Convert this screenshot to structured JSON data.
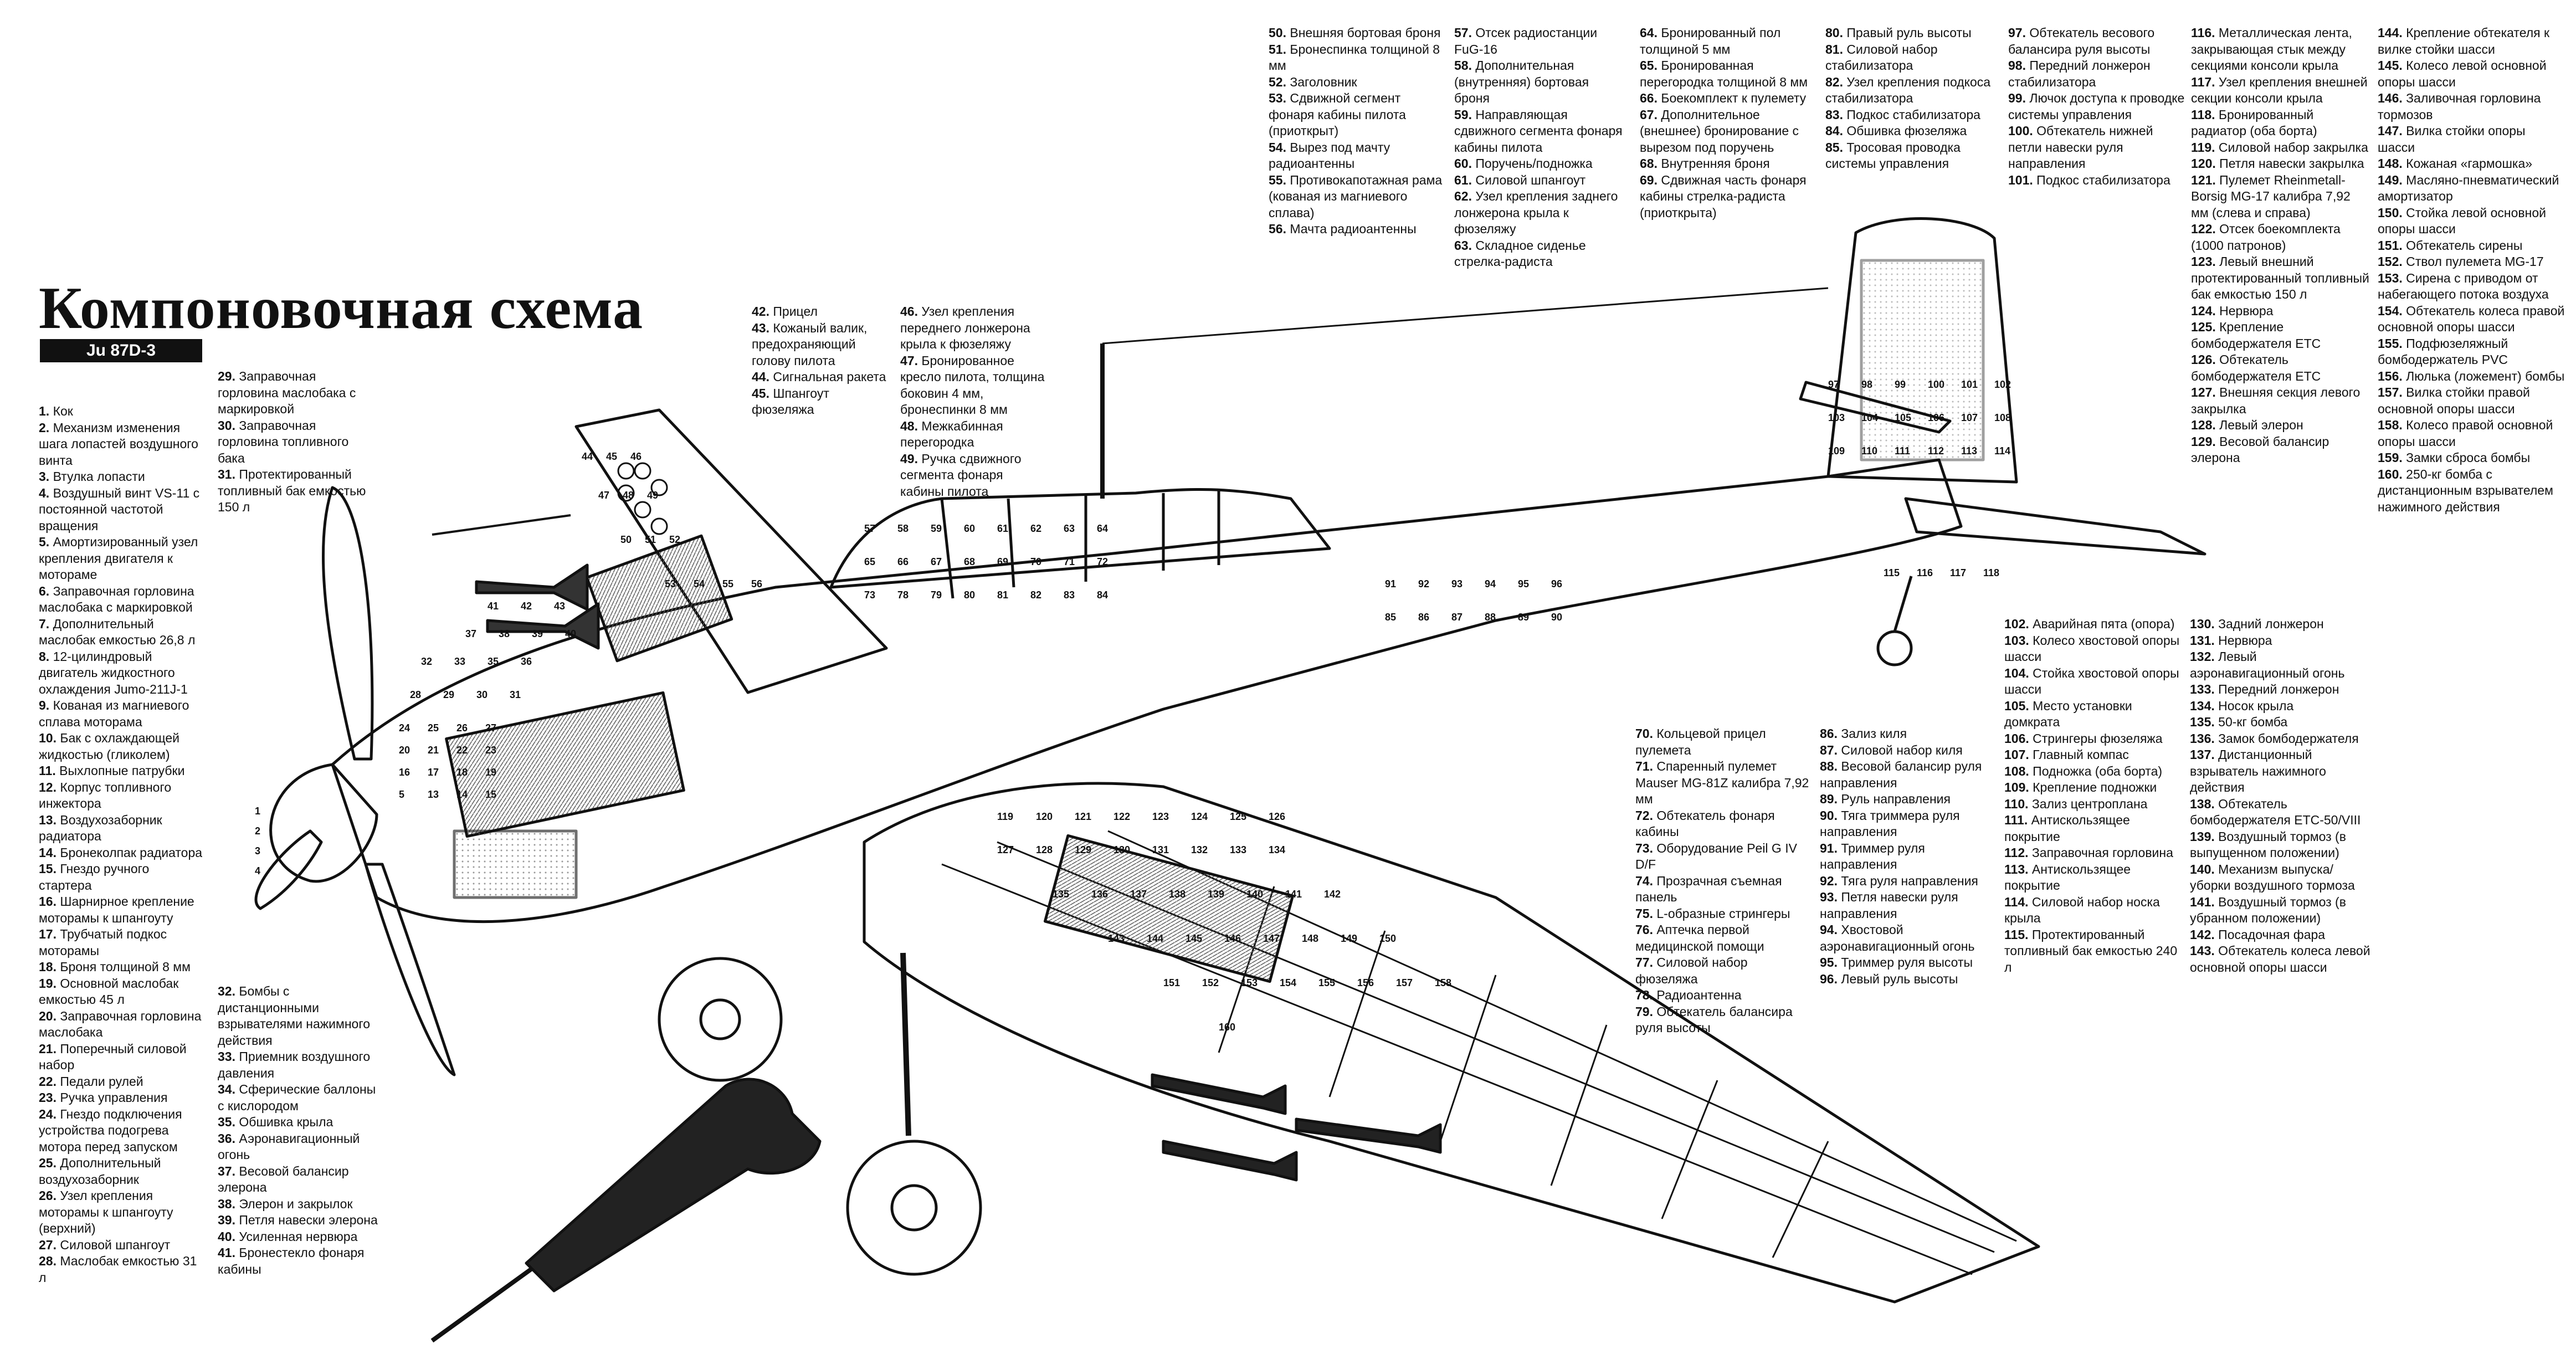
{
  "title": "Компоновочная схема",
  "model": "Ju 87D-3",
  "legend": {
    "col1": [
      {
        "n": "1.",
        "t": "Кок"
      },
      {
        "n": "2.",
        "t": "Механизм изменения шага лопастей воздушного винта"
      },
      {
        "n": "3.",
        "t": "Втулка лопасти"
      },
      {
        "n": "4.",
        "t": "Воздушный винт VS-11 с постоянной частотой вращения"
      },
      {
        "n": "5.",
        "t": "Амортизированный узел крепления двигателя к мотораме"
      },
      {
        "n": "6.",
        "t": "Заправочная горловина маслобака с маркировкой"
      },
      {
        "n": "7.",
        "t": "Дополнительный маслобак емкостью 26,8 л"
      },
      {
        "n": "8.",
        "t": "12-цилиндровый двигатель жидкостного охлаждения Jumo-211J-1"
      },
      {
        "n": "9.",
        "t": "Кованая из магниевого сплава моторама"
      },
      {
        "n": "10.",
        "t": "Бак с охлаждающей жидкостью (гликолем)"
      },
      {
        "n": "11.",
        "t": "Выхлопные патрубки"
      },
      {
        "n": "12.",
        "t": "Корпус топливного инжектора"
      },
      {
        "n": "13.",
        "t": "Воздухозаборник радиатора"
      },
      {
        "n": "14.",
        "t": "Бронеколпак радиатора"
      },
      {
        "n": "15.",
        "t": "Гнездо ручного стартера"
      },
      {
        "n": "16.",
        "t": "Шарнирное крепление моторамы к шпангоуту"
      },
      {
        "n": "17.",
        "t": "Трубчатый подкос моторамы"
      },
      {
        "n": "18.",
        "t": "Броня толщиной 8 мм"
      },
      {
        "n": "19.",
        "t": "Основной маслобак емкостью 45 л"
      },
      {
        "n": "20.",
        "t": "Заправочная горловина маслобака"
      },
      {
        "n": "21.",
        "t": "Поперечный силовой набор"
      },
      {
        "n": "22.",
        "t": "Педали рулей"
      },
      {
        "n": "23.",
        "t": "Ручка управления"
      },
      {
        "n": "24.",
        "t": "Гнездо подключения устройства подогрева мотора перед запуском"
      },
      {
        "n": "25.",
        "t": "Дополнительный воздухозаборник"
      },
      {
        "n": "26.",
        "t": "Узел крепления моторамы к шпангоуту (верхний)"
      },
      {
        "n": "27.",
        "t": "Силовой шпангоут"
      },
      {
        "n": "28.",
        "t": "Маслобак емкостью 31 л"
      }
    ],
    "col2": [
      {
        "n": "29.",
        "t": "Заправочная горловина маслобака с маркировкой"
      },
      {
        "n": "30.",
        "t": "Заправочная горловина топливного бака"
      },
      {
        "n": "31.",
        "t": "Протектированный топливный бак емкостью 150 л"
      }
    ],
    "col3": [
      {
        "n": "32.",
        "t": "Бомбы с дистанционными взрывателями нажимного действия"
      },
      {
        "n": "33.",
        "t": "Приемник воздушного давления"
      },
      {
        "n": "34.",
        "t": "Сферические баллоны с кислородом"
      },
      {
        "n": "35.",
        "t": "Обшивка крыла"
      },
      {
        "n": "36.",
        "t": "Аэронавигационный огонь"
      },
      {
        "n": "37.",
        "t": "Весовой балансир элерона"
      },
      {
        "n": "38.",
        "t": "Элерон и закрылок"
      },
      {
        "n": "39.",
        "t": "Петля навески элерона"
      },
      {
        "n": "40.",
        "t": "Усиленная нервюра"
      },
      {
        "n": "41.",
        "t": "Бронестекло фонаря кабины"
      }
    ],
    "col4": [
      {
        "n": "42.",
        "t": "Прицел"
      },
      {
        "n": "43.",
        "t": "Кожаный валик, предохраняющий голову пилота"
      },
      {
        "n": "44.",
        "t": "Сигнальная ракета"
      },
      {
        "n": "45.",
        "t": "Шпангоут фюзеляжа"
      }
    ],
    "col5": [
      {
        "n": "46.",
        "t": "Узел крепления переднего лонжерона крыла к фюзеляжу"
      },
      {
        "n": "47.",
        "t": "Бронированное кресло пилота, толщина боковин 4 мм, бронеспинки 8 мм"
      },
      {
        "n": "48.",
        "t": "Межкабинная перегородка"
      },
      {
        "n": "49.",
        "t": "Ручка сдвижного сегмента фонаря кабины пилота"
      }
    ],
    "col6": [
      {
        "n": "50.",
        "t": "Внешняя бортовая броня"
      },
      {
        "n": "51.",
        "t": "Бронеспинка толщиной 8 мм"
      },
      {
        "n": "52.",
        "t": "Заголовник"
      },
      {
        "n": "53.",
        "t": "Сдвижной сегмент фонаря кабины пилота (приоткрыт)"
      },
      {
        "n": "54.",
        "t": "Вырез под мачту радиоантенны"
      },
      {
        "n": "55.",
        "t": "Противокапотажная рама (кованая из магниевого сплава)"
      },
      {
        "n": "56.",
        "t": "Мачта радиоантенны"
      }
    ],
    "col7": [
      {
        "n": "57.",
        "t": "Отсек радиостанции FuG-16"
      },
      {
        "n": "58.",
        "t": "Дополнительная (внутренняя) бортовая броня"
      },
      {
        "n": "59.",
        "t": "Направляющая сдвижного сегмента фонаря кабины пилота"
      },
      {
        "n": "60.",
        "t": "Поручень/подножка"
      },
      {
        "n": "61.",
        "t": "Силовой шпангоут"
      },
      {
        "n": "62.",
        "t": "Узел крепления заднего лонжерона крыла к фюзеляжу"
      },
      {
        "n": "63.",
        "t": "Складное сиденье стрелка-радиста"
      }
    ],
    "col8": [
      {
        "n": "64.",
        "t": "Бронированный пол толщиной 5 мм"
      },
      {
        "n": "65.",
        "t": "Бронированная перегородка толщиной 8 мм"
      },
      {
        "n": "66.",
        "t": "Боекомплект к пулемету"
      },
      {
        "n": "67.",
        "t": "Дополнительное (внешнее) бронирование с вырезом под поручень"
      },
      {
        "n": "68.",
        "t": "Внутренняя броня"
      },
      {
        "n": "69.",
        "t": "Сдвижная часть фонаря кабины стрелка-радиста (приоткрыта)"
      }
    ],
    "col9": [
      {
        "n": "80.",
        "t": "Правый руль высоты"
      },
      {
        "n": "81.",
        "t": "Силовой набор стабилизатора"
      },
      {
        "n": "82.",
        "t": "Узел крепления подкоса стабилизатора"
      },
      {
        "n": "83.",
        "t": "Подкос стабилизатора"
      },
      {
        "n": "84.",
        "t": "Обшивка фюзеляжа"
      },
      {
        "n": "85.",
        "t": "Тросовая проводка системы управления"
      }
    ],
    "col10": [
      {
        "n": "97.",
        "t": "Обтекатель весового балансира руля высоты"
      },
      {
        "n": "98.",
        "t": "Передний лонжерон стабилизатора"
      },
      {
        "n": "99.",
        "t": "Лючок доступа к проводке системы управления"
      },
      {
        "n": "100.",
        "t": "Обтекатель нижней петли навески руля направления"
      },
      {
        "n": "101.",
        "t": "Подкос стабилизатора"
      }
    ],
    "col11": [
      {
        "n": "116.",
        "t": "Металлическая лента, закрывающая стык между секциями консоли крыла"
      },
      {
        "n": "117.",
        "t": "Узел крепления внешней секции консоли крыла"
      },
      {
        "n": "118.",
        "t": "Бронированный радиатор (оба борта)"
      },
      {
        "n": "119.",
        "t": "Силовой набор закрылка"
      },
      {
        "n": "120.",
        "t": "Петля навески закрылка"
      },
      {
        "n": "121.",
        "t": "Пулемет Rheinmetall-Borsig MG-17 калибра 7,92 мм (слева и справа)"
      },
      {
        "n": "122.",
        "t": "Отсек боекомплекта (1000 патронов)"
      },
      {
        "n": "123.",
        "t": "Левый внешний протектированный топливный бак емкостью 150 л"
      },
      {
        "n": "124.",
        "t": "Нервюра"
      },
      {
        "n": "125.",
        "t": "Крепление бомбодержателя ETC"
      },
      {
        "n": "126.",
        "t": "Обтекатель бомбодержателя ETC"
      },
      {
        "n": "127.",
        "t": "Внешняя секция левого закрылка"
      },
      {
        "n": "128.",
        "t": "Левый элерон"
      },
      {
        "n": "129.",
        "t": "Весовой балансир элерона"
      }
    ],
    "col12": [
      {
        "n": "144.",
        "t": "Крепление обтекателя к вилке стойки шасси"
      },
      {
        "n": "145.",
        "t": "Колесо левой основной опоры шасси"
      },
      {
        "n": "146.",
        "t": "Заливочная горловина тормозов"
      },
      {
        "n": "147.",
        "t": "Вилка стойки опоры шасси"
      },
      {
        "n": "148.",
        "t": "Кожаная «гармошка»"
      },
      {
        "n": "149.",
        "t": "Масляно-пневматический амортизатор"
      },
      {
        "n": "150.",
        "t": "Стойка левой основной опоры шасси"
      },
      {
        "n": "151.",
        "t": "Обтекатель сирены"
      },
      {
        "n": "152.",
        "t": "Ствол пулемета MG-17"
      },
      {
        "n": "153.",
        "t": "Сирена с приводом от набегающего потока воздуха"
      },
      {
        "n": "154.",
        "t": "Обтекатель колеса правой основной опоры шасси"
      },
      {
        "n": "155.",
        "t": "Подфюзеляжный бомбодержатель PVC"
      },
      {
        "n": "156.",
        "t": "Люлька (ложемент) бомбы"
      },
      {
        "n": "157.",
        "t": "Вилка стойки правой основной опоры шасси"
      },
      {
        "n": "158.",
        "t": "Колесо правой основной опоры шасси"
      },
      {
        "n": "159.",
        "t": "Замки сброса бомбы"
      },
      {
        "n": "160.",
        "t": "250-кг бомба с дистанционным взрывателем нажимного действия"
      }
    ],
    "col13": [
      {
        "n": "70.",
        "t": "Кольцевой прицел пулемета"
      },
      {
        "n": "71.",
        "t": "Спаренный пулемет Mauser MG-81Z калибра 7,92 мм"
      },
      {
        "n": "72.",
        "t": "Обтекатель фонаря кабины"
      },
      {
        "n": "73.",
        "t": "Оборудование Peil G IV D/F"
      },
      {
        "n": "74.",
        "t": "Прозрачная съемная панель"
      },
      {
        "n": "75.",
        "t": "L-образные стрингеры"
      },
      {
        "n": "76.",
        "t": "Аптечка первой медицинской помощи"
      },
      {
        "n": "77.",
        "t": "Силовой набор фюзеляжа"
      },
      {
        "n": "78.",
        "t": "Радиоантенна"
      },
      {
        "n": "79.",
        "t": "Обтекатель балансира руля высоты"
      }
    ],
    "col14": [
      {
        "n": "86.",
        "t": "Зализ киля"
      },
      {
        "n": "87.",
        "t": "Силовой набор киля"
      },
      {
        "n": "88.",
        "t": "Весовой балансир руля направления"
      },
      {
        "n": "89.",
        "t": "Руль направления"
      },
      {
        "n": "90.",
        "t": "Тяга триммера руля направления"
      },
      {
        "n": "91.",
        "t": "Триммер руля направления"
      },
      {
        "n": "92.",
        "t": "Тяга руля направления"
      },
      {
        "n": "93.",
        "t": "Петля навески руля направления"
      },
      {
        "n": "94.",
        "t": "Хвостовой аэронавигационный огонь"
      },
      {
        "n": "95.",
        "t": "Триммер руля высоты"
      },
      {
        "n": "96.",
        "t": "Левый руль высоты"
      }
    ],
    "col15": [
      {
        "n": "102.",
        "t": "Аварийная пята (опора)"
      },
      {
        "n": "103.",
        "t": "Колесо хвостовой опоры шасси"
      },
      {
        "n": "104.",
        "t": "Стойка хвостовой опоры шасси"
      },
      {
        "n": "105.",
        "t": "Место установки домкрата"
      },
      {
        "n": "106.",
        "t": "Стрингеры фюзеляжа"
      },
      {
        "n": "107.",
        "t": "Главный компас"
      },
      {
        "n": "108.",
        "t": "Подножка (оба борта)"
      },
      {
        "n": "109.",
        "t": "Крепление подножки"
      },
      {
        "n": "110.",
        "t": "Зализ центроплана"
      },
      {
        "n": "111.",
        "t": "Антискользящее покрытие"
      },
      {
        "n": "112.",
        "t": "Заправочная горловина"
      },
      {
        "n": "113.",
        "t": "Антискользящее покрытие"
      },
      {
        "n": "114.",
        "t": "Силовой набор носка крыла"
      },
      {
        "n": "115.",
        "t": "Протектированный топливный бак емкостью 240 л"
      }
    ],
    "col16": [
      {
        "n": "130.",
        "t": "Задний лонжерон"
      },
      {
        "n": "131.",
        "t": "Нервюра"
      },
      {
        "n": "132.",
        "t": "Левый аэронавигационный огонь"
      },
      {
        "n": "133.",
        "t": "Передний лонжерон"
      },
      {
        "n": "134.",
        "t": "Носок крыла"
      },
      {
        "n": "135.",
        "t": "50-кг бомба"
      },
      {
        "n": "136.",
        "t": "Замок бомбодержателя"
      },
      {
        "n": "137.",
        "t": "Дистанционный взрыватель нажимного действия"
      },
      {
        "n": "138.",
        "t": "Обтекатель бомбодержателя ETC-50/VIII"
      },
      {
        "n": "139.",
        "t": "Воздушный тормоз (в выпущенном положении)"
      },
      {
        "n": "140.",
        "t": "Механизм выпуска/уборки воздушного тормоза"
      },
      {
        "n": "141.",
        "t": "Воздушный тормоз (в убранном положении)"
      },
      {
        "n": "142.",
        "t": "Посадочная фара"
      },
      {
        "n": "143.",
        "t": "Обтекатель колеса левой основной опоры шасси"
      }
    ]
  },
  "callouts": [
    "1",
    "2",
    "3",
    "4",
    "5",
    "13",
    "14",
    "15",
    "16",
    "17",
    "18",
    "19",
    "20",
    "21",
    "22",
    "23",
    "24",
    "25",
    "26",
    "27",
    "28",
    "29",
    "30",
    "31",
    "32",
    "33",
    "35",
    "36",
    "37",
    "38",
    "39",
    "40",
    "41",
    "42",
    "43",
    "44",
    "45",
    "46",
    "47",
    "48",
    "49",
    "50",
    "51",
    "52",
    "53",
    "54",
    "55",
    "56",
    "57",
    "58",
    "59",
    "60",
    "61",
    "62",
    "63",
    "64",
    "65",
    "66",
    "67",
    "68",
    "69",
    "70",
    "71",
    "72",
    "73",
    "78",
    "79",
    "80",
    "81",
    "82",
    "83",
    "84",
    "85",
    "86",
    "87",
    "88",
    "89",
    "90",
    "91",
    "92",
    "93",
    "94",
    "95",
    "96",
    "97",
    "98",
    "99",
    "100",
    "101",
    "102",
    "103",
    "104",
    "105",
    "106",
    "107",
    "108",
    "109",
    "110",
    "111",
    "112",
    "113",
    "114",
    "115",
    "116",
    "117",
    "118",
    "119",
    "120",
    "121",
    "122",
    "123",
    "124",
    "125",
    "126",
    "127",
    "128",
    "129",
    "130",
    "131",
    "132",
    "133",
    "134",
    "135",
    "136",
    "137",
    "138",
    "139",
    "140",
    "141",
    "142",
    "143",
    "144",
    "145",
    "146",
    "147",
    "148",
    "149",
    "150",
    "151",
    "152",
    "153",
    "154",
    "155",
    "156",
    "157",
    "158",
    "160"
  ],
  "colors": {
    "ink": "#111111",
    "paper": "#ffffff",
    "hatch": "#555555"
  }
}
